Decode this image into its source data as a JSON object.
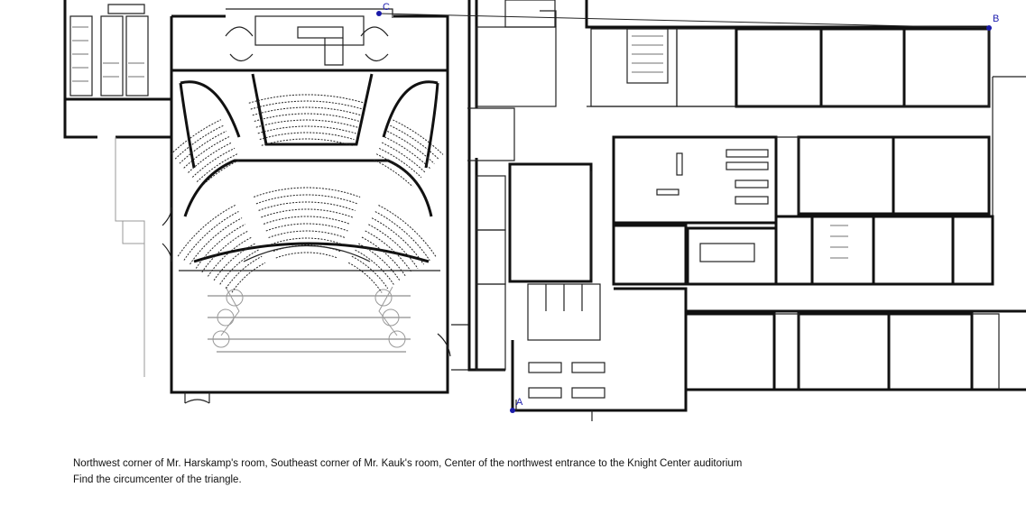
{
  "points": [
    {
      "id": "A",
      "label": "A",
      "color": "#1a1aa8"
    },
    {
      "id": "B",
      "label": "B",
      "color": "#1a1aa8"
    },
    {
      "id": "C",
      "label": "C",
      "color": "#1a1aa8"
    }
  ],
  "caption": {
    "description": "Northwest corner of Mr. Harskamp's room, Southeast corner of Mr. Kauk's room, Center of the northwest entrance to the Knight Center auditorium",
    "task": "Find the circumcenter of the triangle."
  }
}
